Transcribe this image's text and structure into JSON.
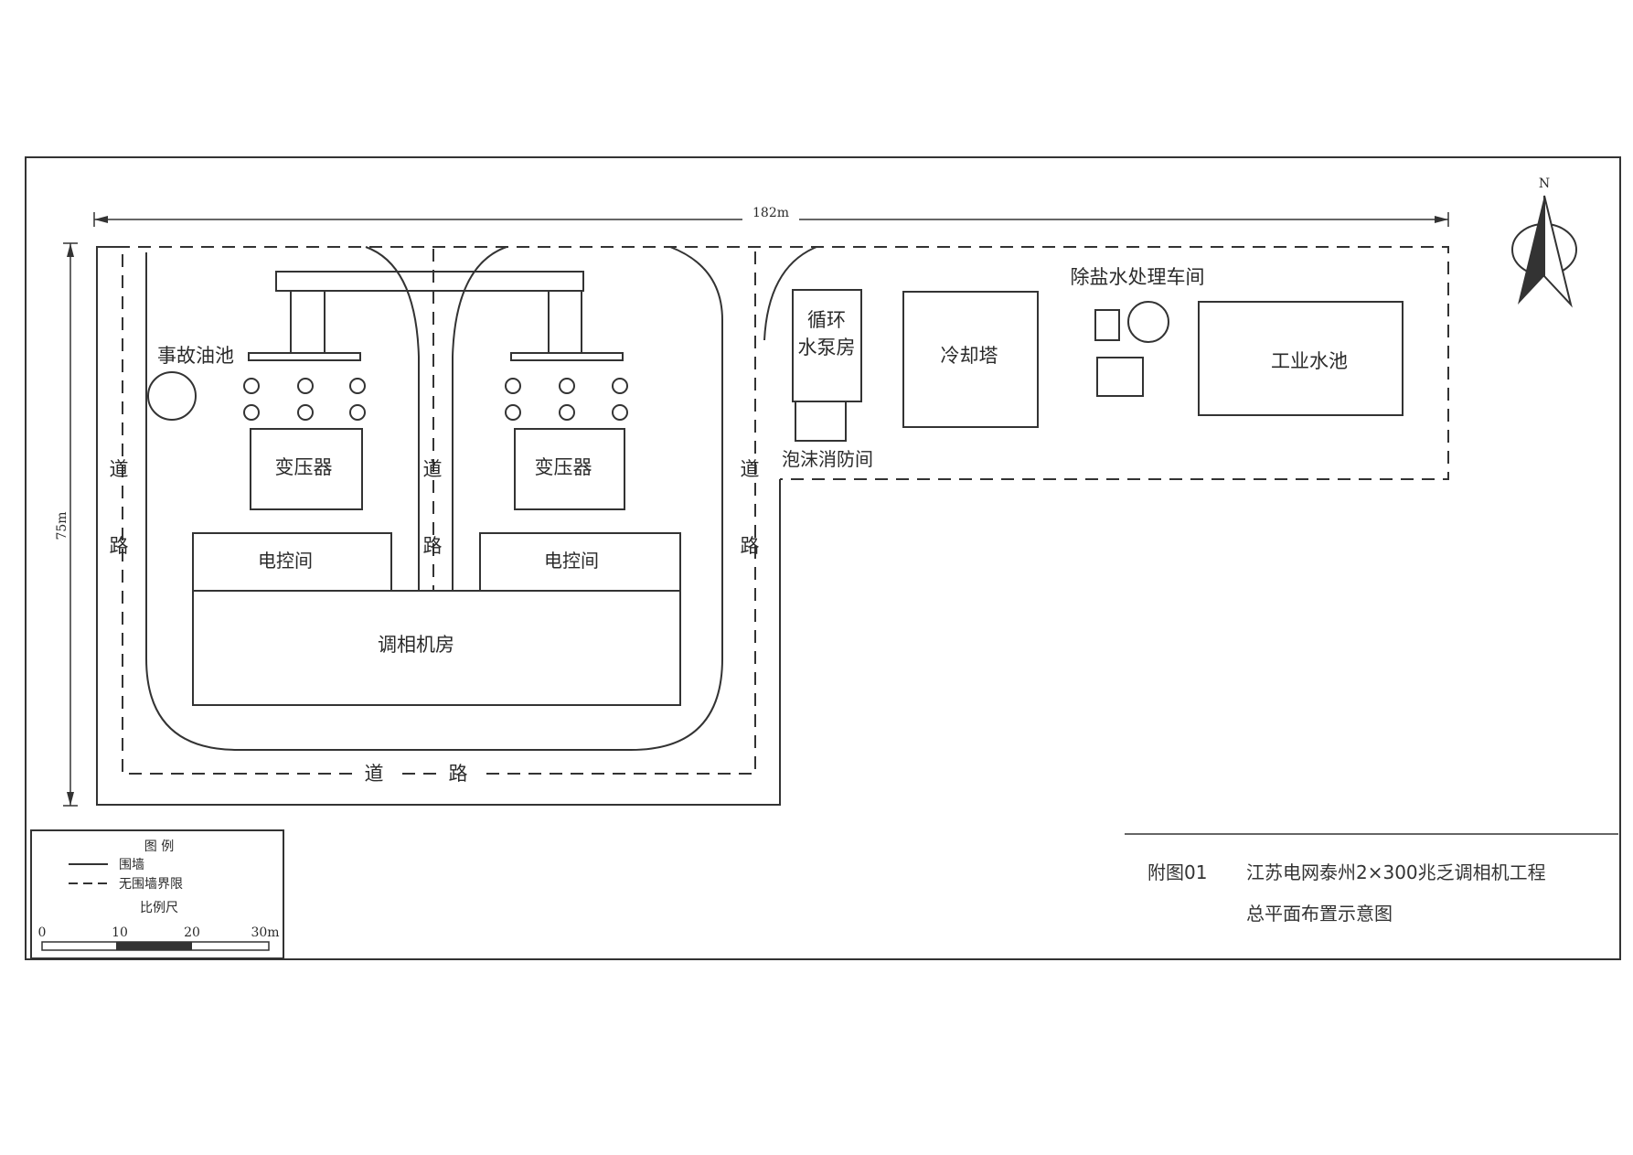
{
  "dimensions": {
    "width": "182m",
    "height": "75m"
  },
  "north_label": "N",
  "labels": {
    "oil_pool": "事故油池",
    "transformer_left": "变压器",
    "transformer_right": "变压器",
    "control_room_left": "电控间",
    "control_room_right": "电控间",
    "condenser_hall": "调相机房",
    "pump_house_line1": "循环",
    "pump_house_line2": "水泵房",
    "foam_fire_room": "泡沫消防间",
    "cooling_tower": "冷却塔",
    "desalination_workshop": "除盐水处理车间",
    "industrial_pool": "工业水池",
    "road": {
      "char1": "道",
      "char2": "路"
    }
  },
  "legend": {
    "title": "图  例",
    "wall": "围墙",
    "boundary": "无围墙界限",
    "scale_title": "比例尺",
    "scale_ticks": [
      "0",
      "10",
      "20",
      "30m"
    ]
  },
  "caption": {
    "figure_no": "附图01",
    "title_line1": "江苏电网泰州2×300兆乏调相机工程",
    "title_line2": "总平面布置示意图"
  }
}
